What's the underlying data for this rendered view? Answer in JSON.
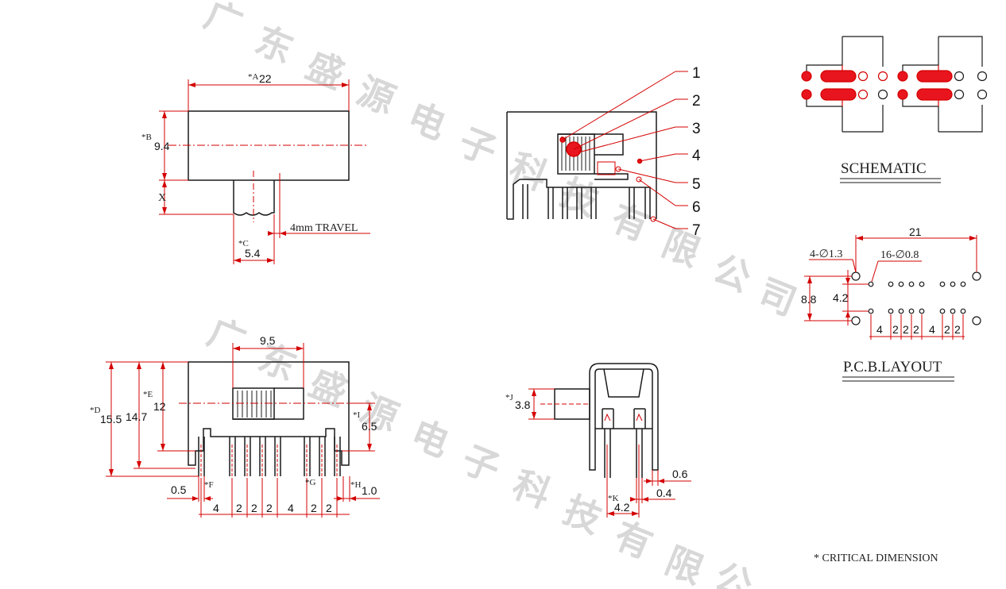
{
  "watermark": {
    "chars_row1": [
      "广",
      "东",
      "盛",
      "源",
      "电",
      "子",
      "科",
      "技",
      "有",
      "限",
      "公",
      "司"
    ],
    "chars_row2": [
      "广",
      "东",
      "盛",
      "源",
      "电",
      "子",
      "科",
      "技",
      "有",
      "限",
      "公"
    ]
  },
  "top_view": {
    "a_label": "*A",
    "a_value": "22",
    "b_label": "*B",
    "b_value": "9.4",
    "x_label": "X",
    "travel_label": "4mm TRAVEL",
    "c_label": "*C",
    "c_value": "5.4"
  },
  "callouts": [
    "1",
    "2",
    "3",
    "4",
    "5",
    "6",
    "7"
  ],
  "front_view": {
    "width_value": "9.5",
    "d_label": "*D",
    "d_value": "15.5",
    "h147_value": "14.7",
    "e_label": "*E",
    "e_value": "12",
    "i_label": "*I",
    "i_value": "6.5",
    "f_label": "*F",
    "g_label": "*G",
    "h_label": "*H",
    "h_value": "1.0",
    "edge_value": "0.5",
    "pitches": [
      "4",
      "2",
      "2",
      "2",
      "4",
      "2",
      "2"
    ]
  },
  "side_view": {
    "j_label": "*J",
    "j_value": "3.8",
    "k_label": "*K",
    "k_value": "4.2",
    "v06": "0.6",
    "v04": "0.4"
  },
  "schematic": {
    "title": "SCHEMATIC"
  },
  "pcb": {
    "title": "P.C.B.LAYOUT",
    "width_value": "21",
    "hole_large": "4-∅1.3",
    "hole_small": "16-∅0.8",
    "h88": "8.8",
    "h42": "4.2",
    "pitches": [
      "4",
      "2",
      "2",
      "2",
      "4",
      "2",
      "2"
    ]
  },
  "footnote": "* CRITICAL  DIMENSION",
  "colors": {
    "line": "#1a1a1a",
    "dim": "#d40000",
    "fill_red": "#e8141e",
    "watermark": "#d8d8d8"
  }
}
